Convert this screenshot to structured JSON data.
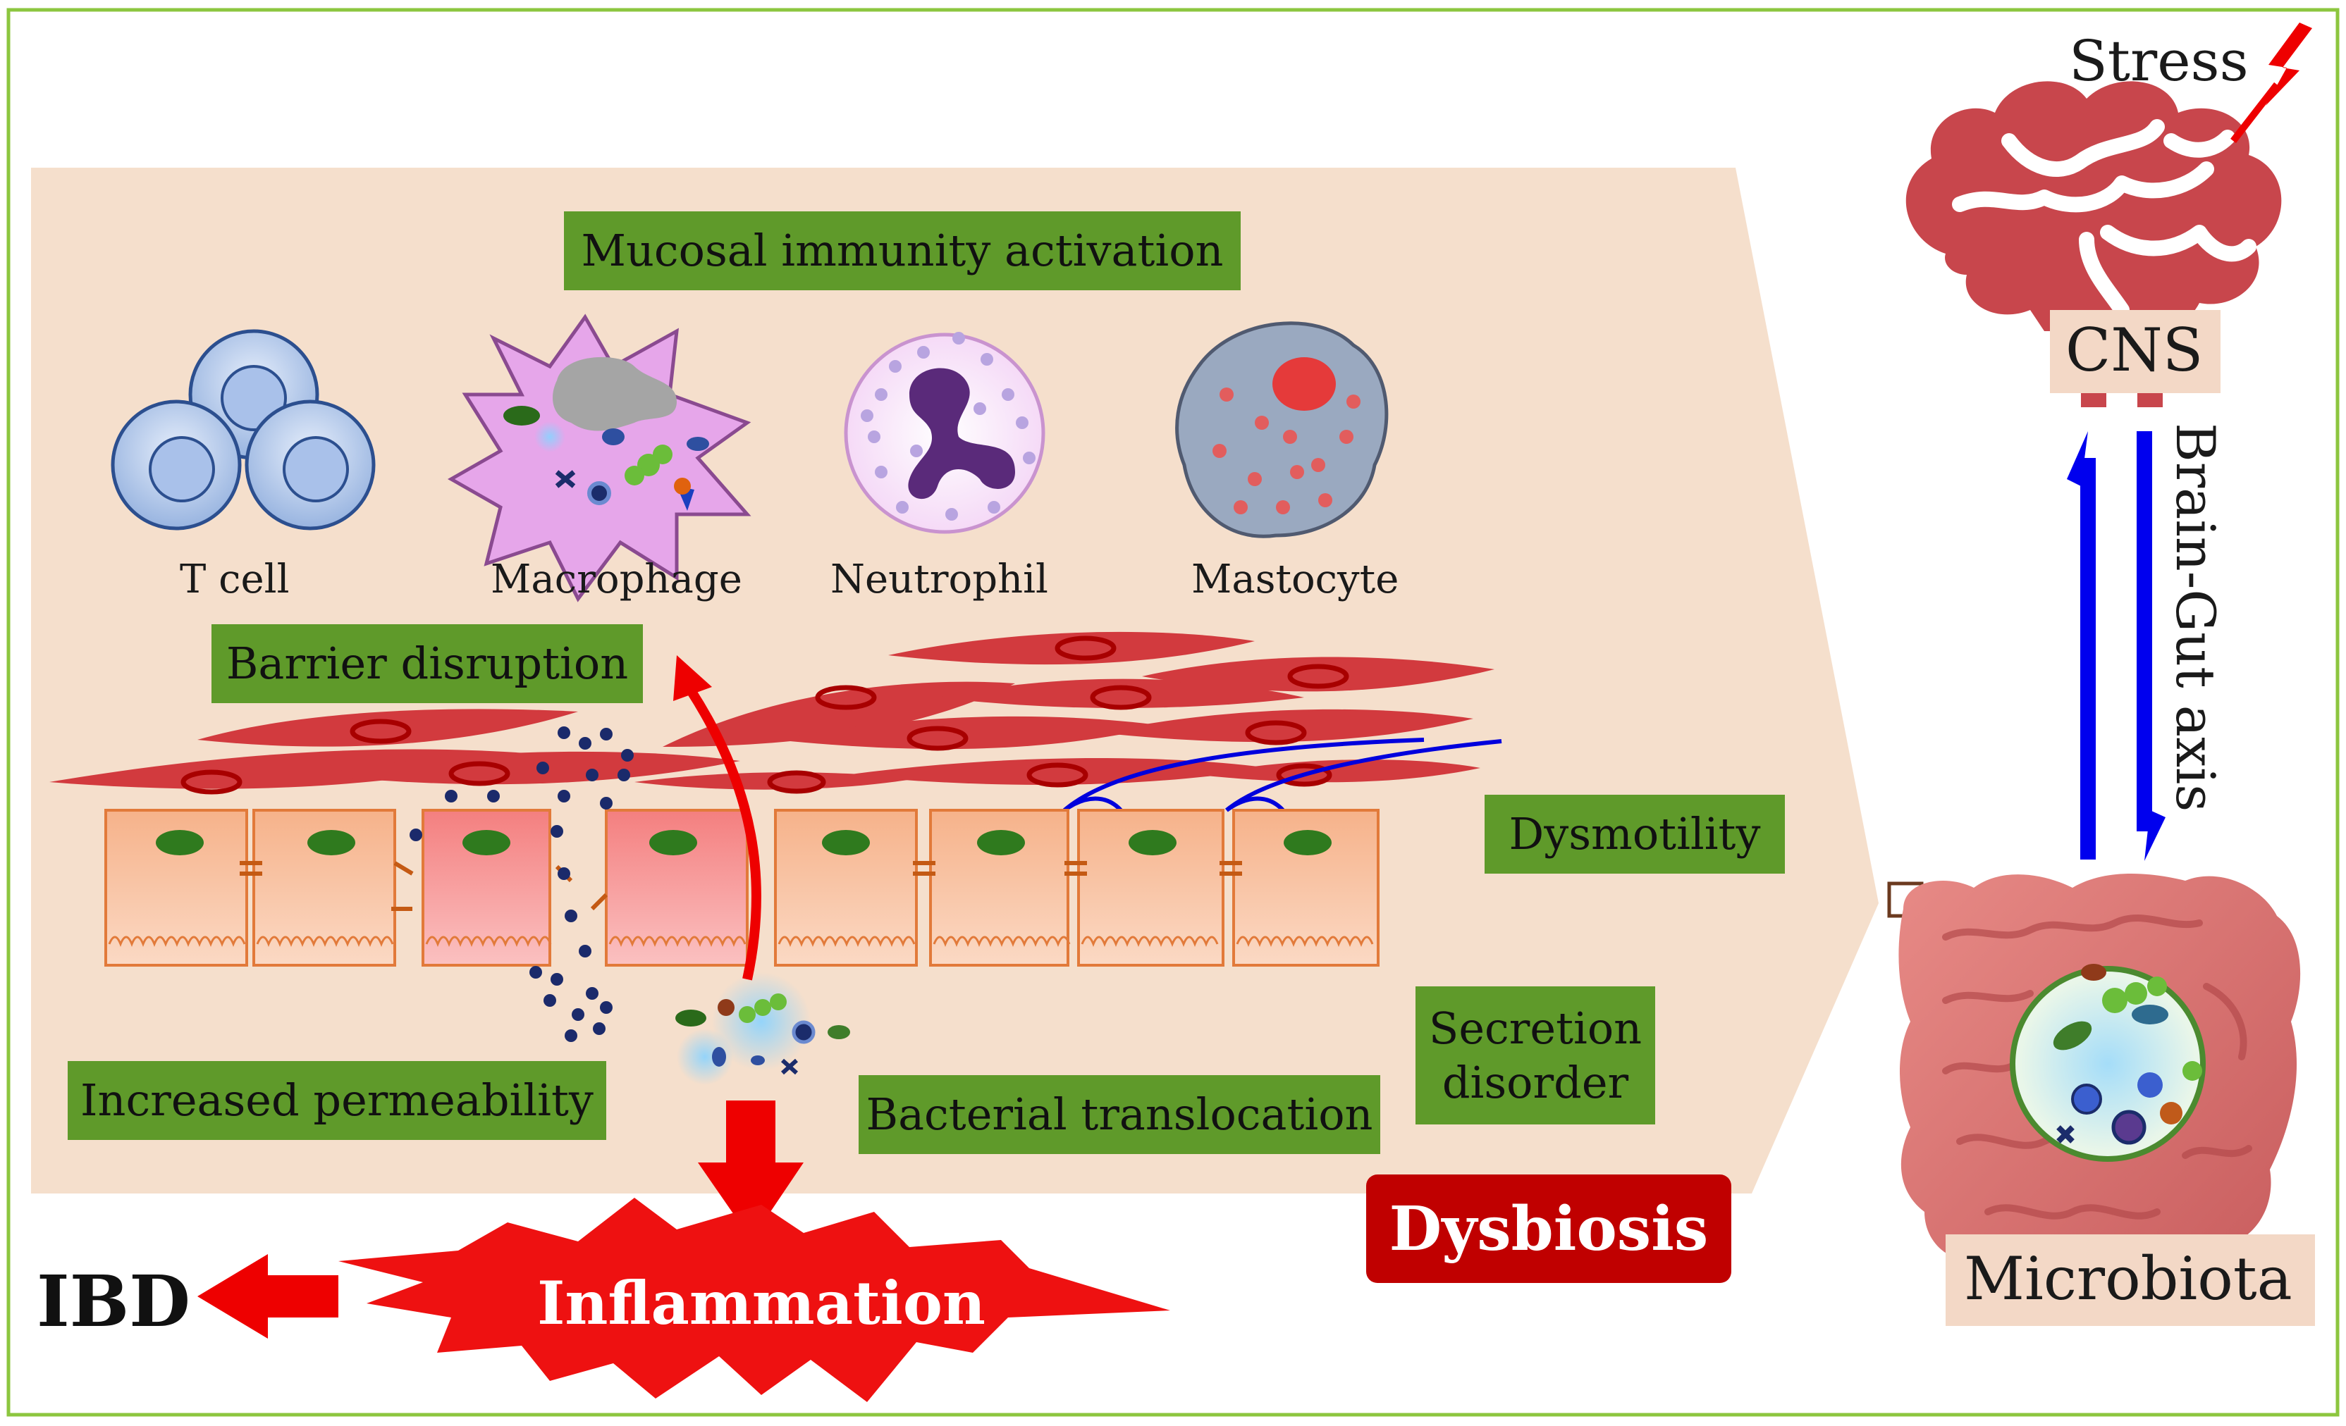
{
  "labels": {
    "stress": "Stress",
    "cns": "CNS",
    "axis": "Brain-Gut axis",
    "microbiota": "Microbiota",
    "mucosal": "Mucosal immunity activation",
    "t_cell": "T cell",
    "macrophage": "Macrophage",
    "neutrophil": "Neutrophil",
    "mastocyte": "Mastocyte",
    "barrier": "Barrier disruption",
    "dysmotility": "Dysmotility",
    "secretion": "Secretion disorder",
    "permeability": "Increased permeability",
    "translocation": "Bacterial translocation",
    "dysbiosis": "Dysbiosis",
    "inflammation": "Inflammation",
    "ibd": "IBD"
  },
  "colors": {
    "frame": "#8cc63f",
    "panel": "#f5dfcc",
    "green_box": "#5f9a2a",
    "label_box": "#f3d8c6",
    "dysbiosis": "#c00000",
    "arrow_red": "#ee0000",
    "axis_blue": "#0000ee",
    "brain": "#c8464c",
    "muscle": "#d23a3e",
    "epithelium": "#f1a16c"
  }
}
